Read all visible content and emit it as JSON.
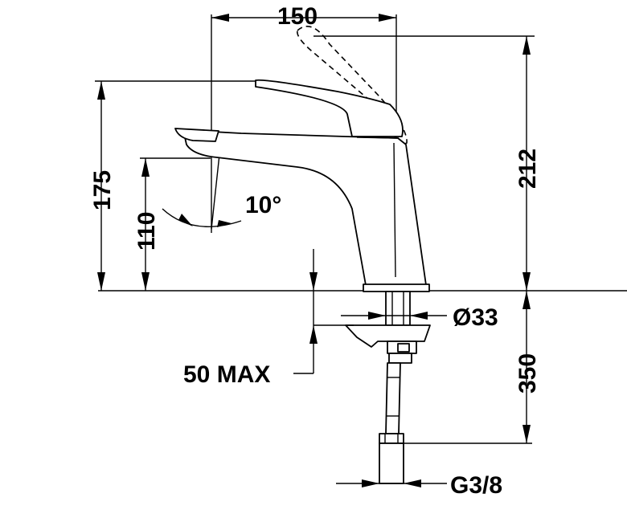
{
  "drawing": {
    "dimensions": {
      "width_top": "150",
      "total_height": "212",
      "spout_height": "175",
      "outlet_height": "110",
      "spout_angle": "10°",
      "base_diameter": "Ø33",
      "deck_thickness": "50 MAX",
      "hose_length": "350",
      "connection": "G3/8"
    }
  }
}
